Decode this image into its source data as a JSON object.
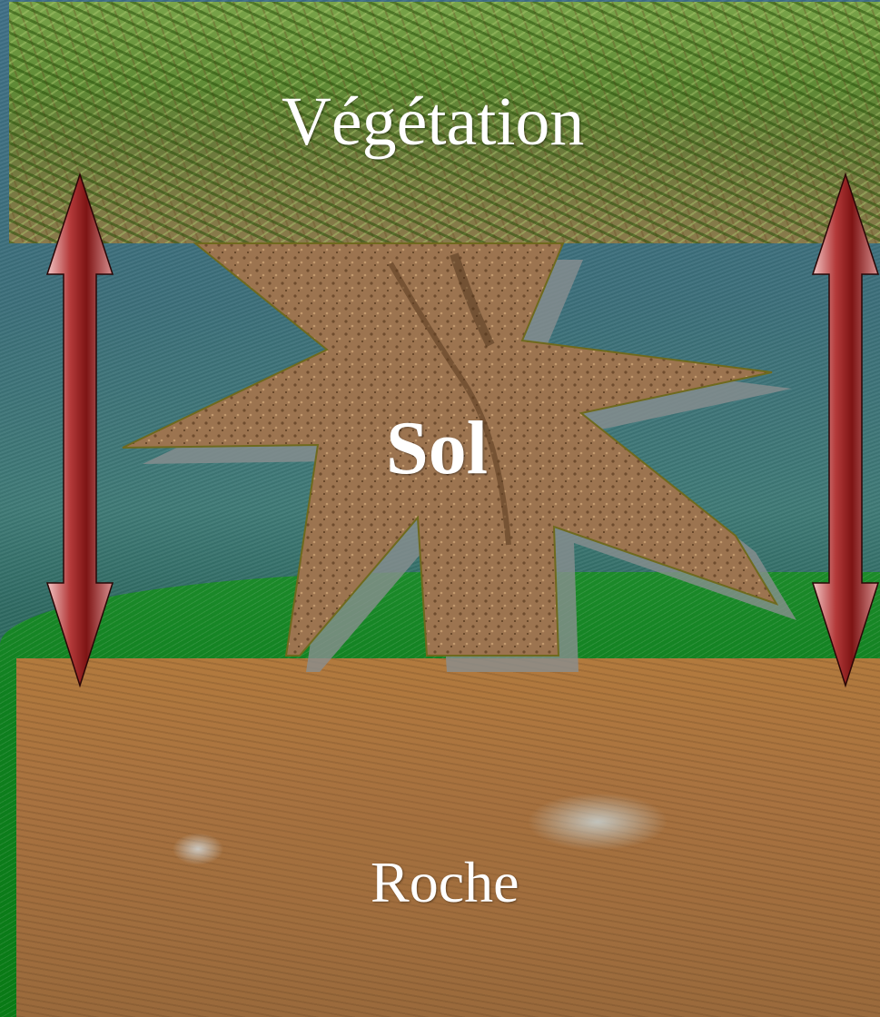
{
  "labels": {
    "vegetation": "Végétation",
    "sol": "Sol",
    "roche": "Roche"
  },
  "colors": {
    "sky": "#3f6f86",
    "green": "#0f7f1f",
    "soil": "#9c7450",
    "arrow": "#8e1b1b",
    "label": "#ffffff"
  }
}
